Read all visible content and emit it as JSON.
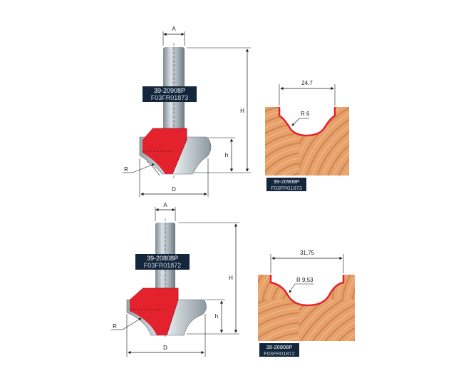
{
  "colors": {
    "tag_bg": "#13263c",
    "tag_text_main": "#ffffff",
    "tag_text_sub": "#c7d0da",
    "cutter_red": "#e3222d",
    "shank_gray": "#a9b4bc",
    "wood": "#e39a63",
    "profile_red": "#e3222d"
  },
  "top_bit": {
    "sku": "39-20908P",
    "code": "F03FR01873",
    "dim_A": "A",
    "dim_H": "H",
    "dim_h": "h",
    "dim_D": "D",
    "dim_R": "R"
  },
  "top_profile": {
    "width_value": "24,7",
    "radius_value": "R 6",
    "sku": "39-20908P",
    "code": "F03FR01873"
  },
  "bottom_bit": {
    "sku": "39-20808P",
    "code": "F03FR01872",
    "dim_A": "A",
    "dim_H": "H",
    "dim_h": "h",
    "dim_D": "D",
    "dim_R": "R"
  },
  "bottom_profile": {
    "width_value": "31,75",
    "radius_value": "R 9,53",
    "sku": "39-20808P",
    "code": "F03FR01872"
  }
}
